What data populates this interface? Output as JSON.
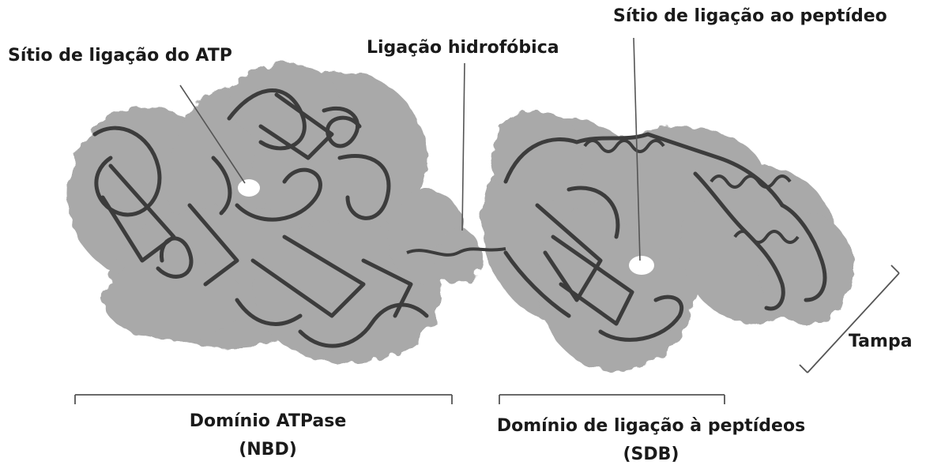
{
  "labels": {
    "atp_site": "Sítio de ligação do ATP",
    "hydrophobic_link": "Ligação hidrofóbica",
    "peptide_site": "Sítio de ligação ao peptídeo",
    "lid": "Tampa",
    "atpase_domain_line1": "Domínio ATPase",
    "atpase_domain_line2": "(NBD)",
    "peptide_domain_line1": "Domínio de ligação à peptídeos",
    "peptide_domain_line2": "(SDB)"
  },
  "colors": {
    "surface": "#a9a9a9",
    "ribbon": "#3c3c3c",
    "line": "#555555",
    "text": "#1a1a1a"
  }
}
